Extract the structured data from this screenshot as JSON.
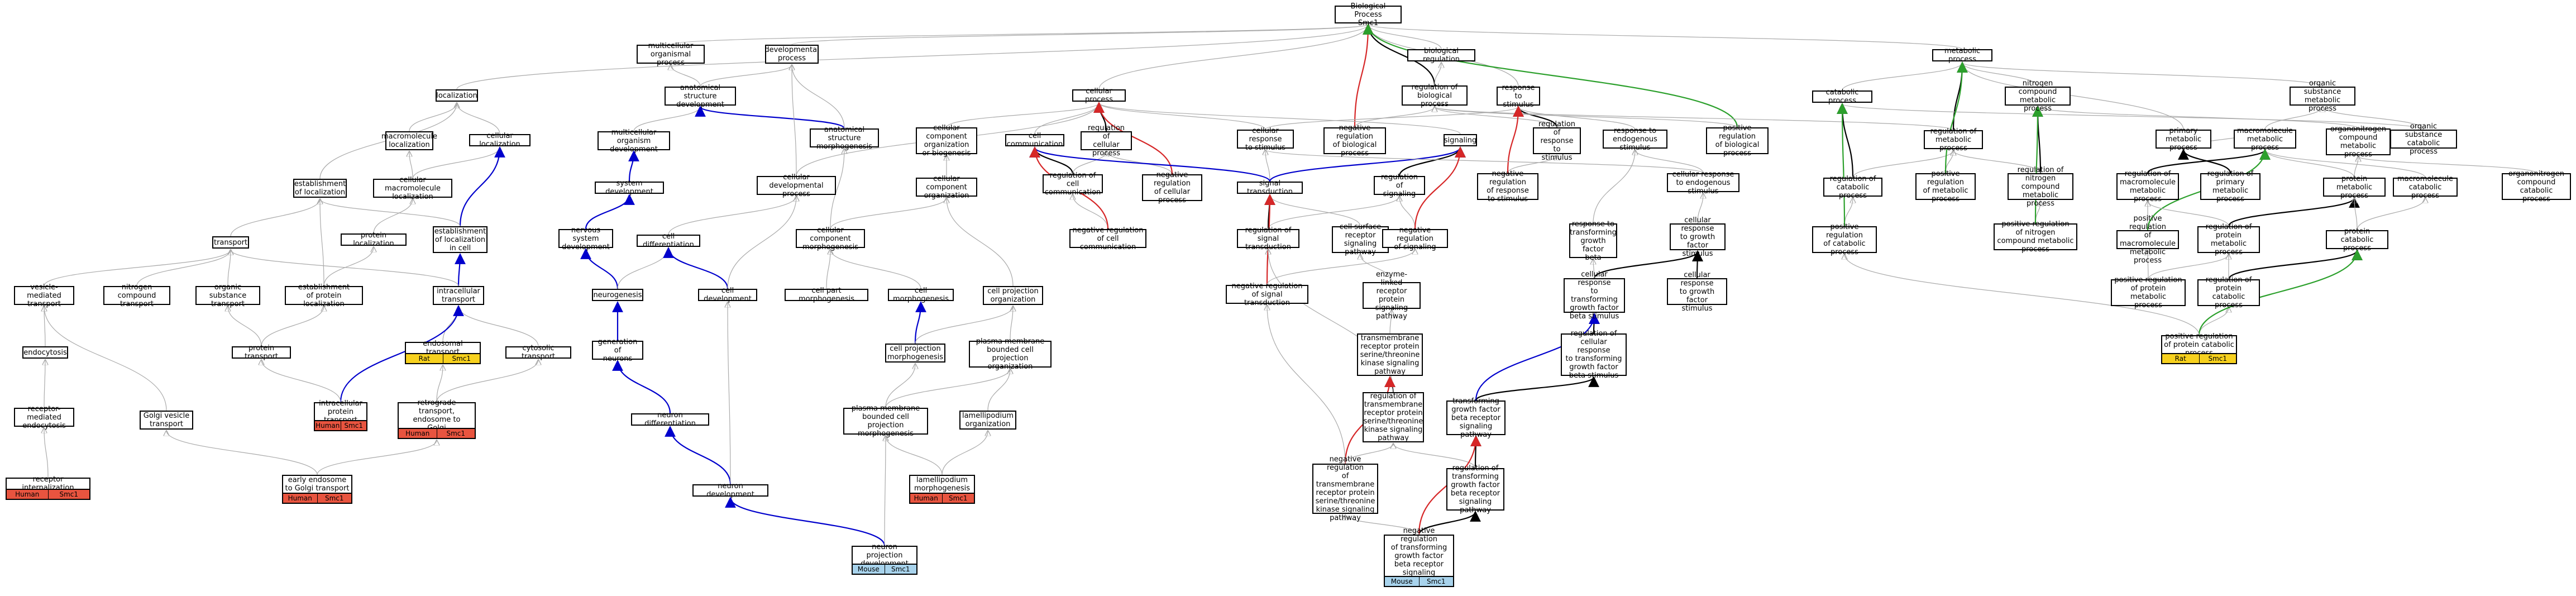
{
  "colors": {
    "is_a": "#aaaaaa",
    "part_of": "#000000",
    "regulates": "#000000",
    "negatively_regulates": "#d62728",
    "positively_regulates": "#2ca02c",
    "highlight": "#0000cc",
    "human": "#e8543f",
    "rat": "#f7d11e",
    "mouse": "#a8d3ec"
  },
  "nodes": {
    "bp": "Biological Process\nSmc1",
    "biological_regulation": "biological regulation",
    "multicellular_org_process": "multicellular\norganismal process",
    "developmental_process": "developmental\nprocess",
    "localization": "localization",
    "cellular_process": "cellular process",
    "reg_bp": "regulation of\nbiological process",
    "response_to_stimulus": "response to\nstimulus",
    "metabolic_process": "metabolic process",
    "anat_struct_dev": "anatomical structure\ndevelopment",
    "macromol_localization": "macromolecule\nlocalization",
    "cellular_localization": "cellular localization",
    "multicell_org_dev": "multicellular\norganism development",
    "anat_struct_morph": "anatomical structure\nmorphogenesis",
    "cell_comp_org_biogen": "cellular component\norganization\nor biogenesis",
    "cell_communication": "cell communication",
    "reg_cellular_process": "regulation of\ncellular process",
    "cellular_resp_stimulus": "cellular response\nto stimulus",
    "neg_reg_bp": "negative regulation\nof biological\nprocess",
    "signaling": "signaling",
    "reg_resp_stimulus": "regulation of\nresponse to\nstimulus",
    "resp_endogenous": "response to\nendogenous stimulus",
    "pos_reg_bp": "positive regulation\nof biological\nprocess",
    "catabolic_process": "catabolic process",
    "reg_metabolic": "regulation of\nmetabolic process",
    "nitrogen_compound_metab": "nitrogen compound\nmetabolic process",
    "organic_subst_metab": "organic substance\nmetabolic process",
    "estab_localization": "establishment\nof localization",
    "cellular_macromol_loc": "cellular macromolecule\nlocalization",
    "system_development": "system development",
    "cellular_dev_process": "cellular developmental\nprocess",
    "cell_comp_org": "cellular component\norganization",
    "reg_cell_comm": "regulation of\ncell communication",
    "neg_reg_cellular": "negative regulation\nof cellular\nprocess",
    "signal_transduction": "signal transduction",
    "reg_signaling": "regulation of\nsignaling",
    "neg_reg_resp": "negative regulation\nof response\nto stimulus",
    "cellular_resp_endogenous": "cellular response\nto endogenous stimulus",
    "primary_metab": "primary metabolic\nprocess",
    "macromol_metab": "macromolecule\nmetabolic process",
    "organonitrogen_metab": "organonitrogen\ncompound metabolic\nprocess",
    "organic_subst_catab": "organic substance\ncatabolic process",
    "reg_catabolic": "regulation of\ncatabolic process",
    "pos_reg_metabolic": "positive regulation\nof metabolic\nprocess",
    "reg_nitrogen_metab": "regulation of\nnitrogen compound\nmetabolic process",
    "reg_macromol_metab": "regulation of\nmacromolecule\nmetabolic process",
    "reg_primary_metab": "regulation of\nprimary metabolic\nprocess",
    "macromol_catab": "macromolecule\ncatabolic process",
    "organonitrogen_catab": "organonitrogen\ncompound catabolic\nprocess",
    "estab_loc_in_cell": "establishment\nof localization\nin cell",
    "protein_localization": "protein localization",
    "transport": "transport",
    "nervous_system_dev": "nervous system\ndevelopment",
    "cell_differentiation": "cell differentiation",
    "cellular_comp_morph": "cellular component\nmorphogenesis",
    "neg_reg_cell_comm": "negative regulation\nof cell communication",
    "reg_signal_transduction": "regulation of\nsignal transduction",
    "cell_surface_receptor": "cell surface\nreceptor signaling\npathway",
    "neg_reg_signaling": "negative regulation\nof signaling",
    "response_growth_factor": "response to\ntransforming\ngrowth factor\nbeta",
    "cellular_resp_growth_factor": "cellular response\nto growth factor\nstimulus",
    "protein_metab": "protein metabolic\nprocess",
    "pos_reg_catabolic": "positive regulation\nof catabolic\nprocess",
    "pos_reg_nitrogen_metab": "positive regulation\nof nitrogen\ncompound metabolic process",
    "pos_reg_macromol_metab": "positive regulation\nof macromolecule\nmetabolic process",
    "reg_protein_metab": "regulation of\nprotein metabolic\nprocess",
    "protein_catab": "protein catabolic\nprocess",
    "vesicle_mediated": "vesicle-mediated\ntransport",
    "nitrogen_compound_transport": "nitrogen compound\ntransport",
    "organic_subst_transport": "organic substance\ntransport",
    "estab_protein_loc": "establishment\nof protein localization",
    "intracellular_transport": "intracellular\ntransport",
    "neurogenesis": "neurogenesis",
    "cell_development": "cell development",
    "cell_part_morph": "cell part morphogenesis",
    "cell_morph": "cell morphogenesis",
    "cell_projection_org": "cell projection\norganization",
    "neg_reg_signal_transduction": "negative regulation\nof signal transduction",
    "enzyme_linked": "enzyme-linked\nreceptor protein\nsignaling pathway",
    "cellular_resp_tgfb": "cellular response\nto transforming\ngrowth factor\nbeta stimulus",
    "cellular_resp_tgfb2": "cellular response\nto growth factor\nstimulus",
    "pos_reg_protein_metab": "positive regulation\nof protein metabolic\nprocess",
    "reg_protein_catab": "regulation of\nprotein catabolic\nprocess",
    "endocytosis": "endocytosis",
    "protein_transport": "protein transport",
    "endosomal_transport": "endosomal transport",
    "cytosolic_transport": "cytosolic transport",
    "generation_neurons": "generation of\nneurons",
    "cell_projection_morph": "cell projection\nmorphogenesis",
    "plasma_membrane_org": "plasma membrane\nbounded cell\nprojection organization",
    "transmembrane_rtk": "transmembrane\nreceptor protein\nserine/threonine\nkinase signaling\npathway",
    "reg_cellular_resp_tgfb": "regulation of\ncellular response\nto transforming\ngrowth factor\nbeta stimulus",
    "pos_reg_protein_catab": "positive regulation\nof protein catabolic\nprocess",
    "receptor_endocytosis": "receptor-mediated\nendocytosis",
    "golgi_vesicle": "Golgi vesicle\ntransport",
    "intracellular_protein_transport": "intracellular\nprotein transport",
    "retrograde_transport": "retrograde transport,\nendosome to\nGolgi",
    "neuron_differentiation": "neuron differentiation",
    "plasma_membrane_morph": "plasma membrane\nbounded cell\nprojection morphogenesis",
    "lamellipodium_org": "lamellipodium\norganization",
    "reg_transmembrane": "regulation of\ntransmembrane\nreceptor protein\nserine/threonine\nkinase signaling\npathway",
    "tgfb_pathway": "transforming\ngrowth factor\nbeta receptor\nsignaling pathway",
    "receptor_internalization": "receptor internalization",
    "early_endosome_golgi": "early endosome\nto Golgi transport",
    "neuron_development": "neuron development",
    "lamellipodium_morph": "lamellipodium\nmorphogenesis",
    "neg_reg_transmembrane": "negative regulation\nof transmembrane\nreceptor protein\nserine/threonine\nkinase signaling\npathway",
    "reg_tgfb_pathway": "regulation of\ntransforming\ngrowth factor\nbeta receptor\nsignaling pathway",
    "neuron_projection_dev": "neuron projection\ndevelopment",
    "neg_reg_tgfb": "negative regulation\nof transforming\ngrowth factor\nbeta receptor\nsignaling pathway"
  },
  "tags": {
    "receptor_internalization": [
      "Human",
      "Smc1"
    ],
    "early_endosome_golgi": [
      "Human",
      "Smc1"
    ],
    "intracellular_protein_transport": [
      "Human",
      "Smc1"
    ],
    "retrograde_transport": [
      "Human",
      "Smc1"
    ],
    "endosomal_transport": [
      "Rat",
      "Smc1"
    ],
    "lamellipodium_morph": [
      "Human",
      "Smc1"
    ],
    "neuron_projection_dev": [
      "Mouse",
      "Smc1"
    ],
    "neg_reg_tgfb": [
      "Mouse",
      "Smc1"
    ],
    "pos_reg_protein_catab": [
      "Rat",
      "Smc1"
    ]
  }
}
